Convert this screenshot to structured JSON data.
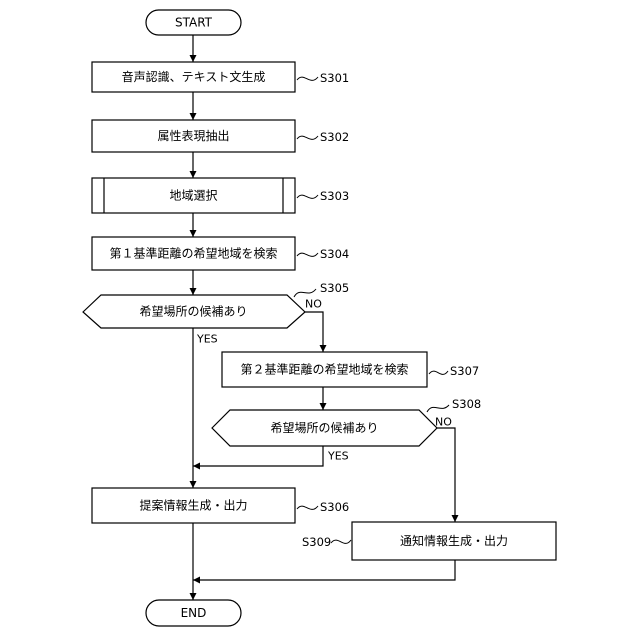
{
  "terminals": {
    "start": "START",
    "end": "END"
  },
  "steps": {
    "s301": {
      "label": "S301",
      "text": "音声認識、テキスト文生成"
    },
    "s302": {
      "label": "S302",
      "text": "属性表現抽出"
    },
    "s303": {
      "label": "S303",
      "text": "地域選択"
    },
    "s304": {
      "label": "S304",
      "text": "第１基準距離の希望地域を検索"
    },
    "s305": {
      "label": "S305",
      "text": "希望場所の候補あり"
    },
    "s306": {
      "label": "S306",
      "text": "提案情報生成・出力"
    },
    "s307": {
      "label": "S307",
      "text": "第２基準距離の希望地域を検索"
    },
    "s308": {
      "label": "S308",
      "text": "希望場所の候補あり"
    },
    "s309": {
      "label": "S309",
      "text": "通知情報生成・出力"
    }
  },
  "branches": {
    "s305_yes": "YES",
    "s305_no": "NO",
    "s308_yes": "YES",
    "s308_no": "NO"
  }
}
